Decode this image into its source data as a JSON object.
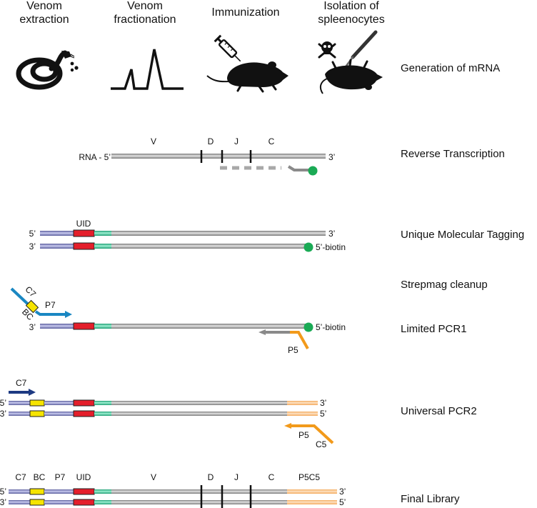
{
  "headers": {
    "venom_extraction": [
      "Venom",
      "extraction"
    ],
    "venom_fractionation": [
      "Venom",
      "fractionation"
    ],
    "immunization": [
      "Immunization"
    ],
    "isolation": [
      "Isolation of",
      "spleenocytes"
    ]
  },
  "steps": {
    "generation": "Generation of mRNA",
    "reverse_transcription": "Reverse Transcription",
    "unique_tagging": "Unique Molecular Tagging",
    "strepmag": "Strepmag cleanup",
    "pcr1": "Limited PCR1",
    "pcr2": "Universal PCR2",
    "final": "Final Library"
  },
  "labels": {
    "rna_5p": "RNA - 5’",
    "three_prime": "3’",
    "five_prime": "5’",
    "five_biotin": "5’-biotin",
    "V": "V",
    "D": "D",
    "J": "J",
    "C": "C",
    "UID": "UID",
    "C7": "C7",
    "BC": "BC",
    "P7": "P7",
    "P5": "P5",
    "C5": "C5",
    "P5C5": "P5C5"
  },
  "icons": {
    "snake": "snake-icon",
    "chromatogram": "chromatogram-icon",
    "syringe": "syringe-icon",
    "mouse": "mouse-icon",
    "skull": "skull-crossbones-icon",
    "scalpel": "scalpel-icon",
    "dead_mouse": "dead-mouse-icon"
  },
  "colors": {
    "strand_gray": "#b7b7b7",
    "purple": "#a4a6d6",
    "uid_red": "#e41e2b",
    "teal": "#3cc79c",
    "peach": "#f9c28a",
    "barcode_yellow": "#f6e400",
    "p7_blue": "#1a87c2",
    "c7_navy": "#1d3a82",
    "p5_orange": "#f29a1b",
    "biotin_green": "#1aaa55"
  }
}
